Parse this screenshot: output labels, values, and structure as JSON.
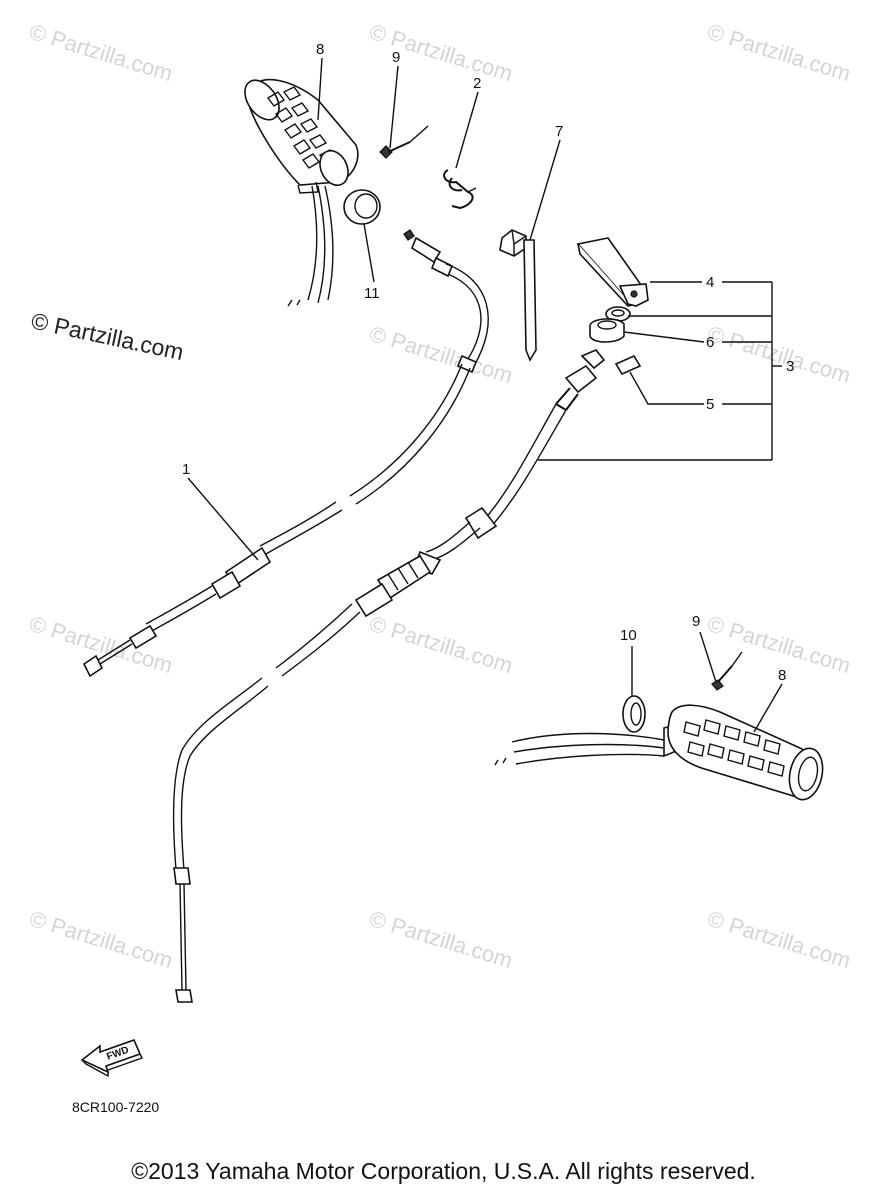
{
  "watermarks": {
    "small": "© Partzilla.com",
    "prominent": "© Partzilla.com"
  },
  "callouts": {
    "c1": "1",
    "c2": "2",
    "c3": "3",
    "c4": "4",
    "c5": "5",
    "c6": "6",
    "c7": "7",
    "c8_top": "8",
    "c8_right": "8",
    "c9_top": "9",
    "c9_right": "9",
    "c10": "10",
    "c11": "11"
  },
  "fwd_label": "FWD",
  "diagram_code": "8CR100-7220",
  "copyright": "©2013 Yamaha Motor Corporation, U.S.A. All rights reserved."
}
